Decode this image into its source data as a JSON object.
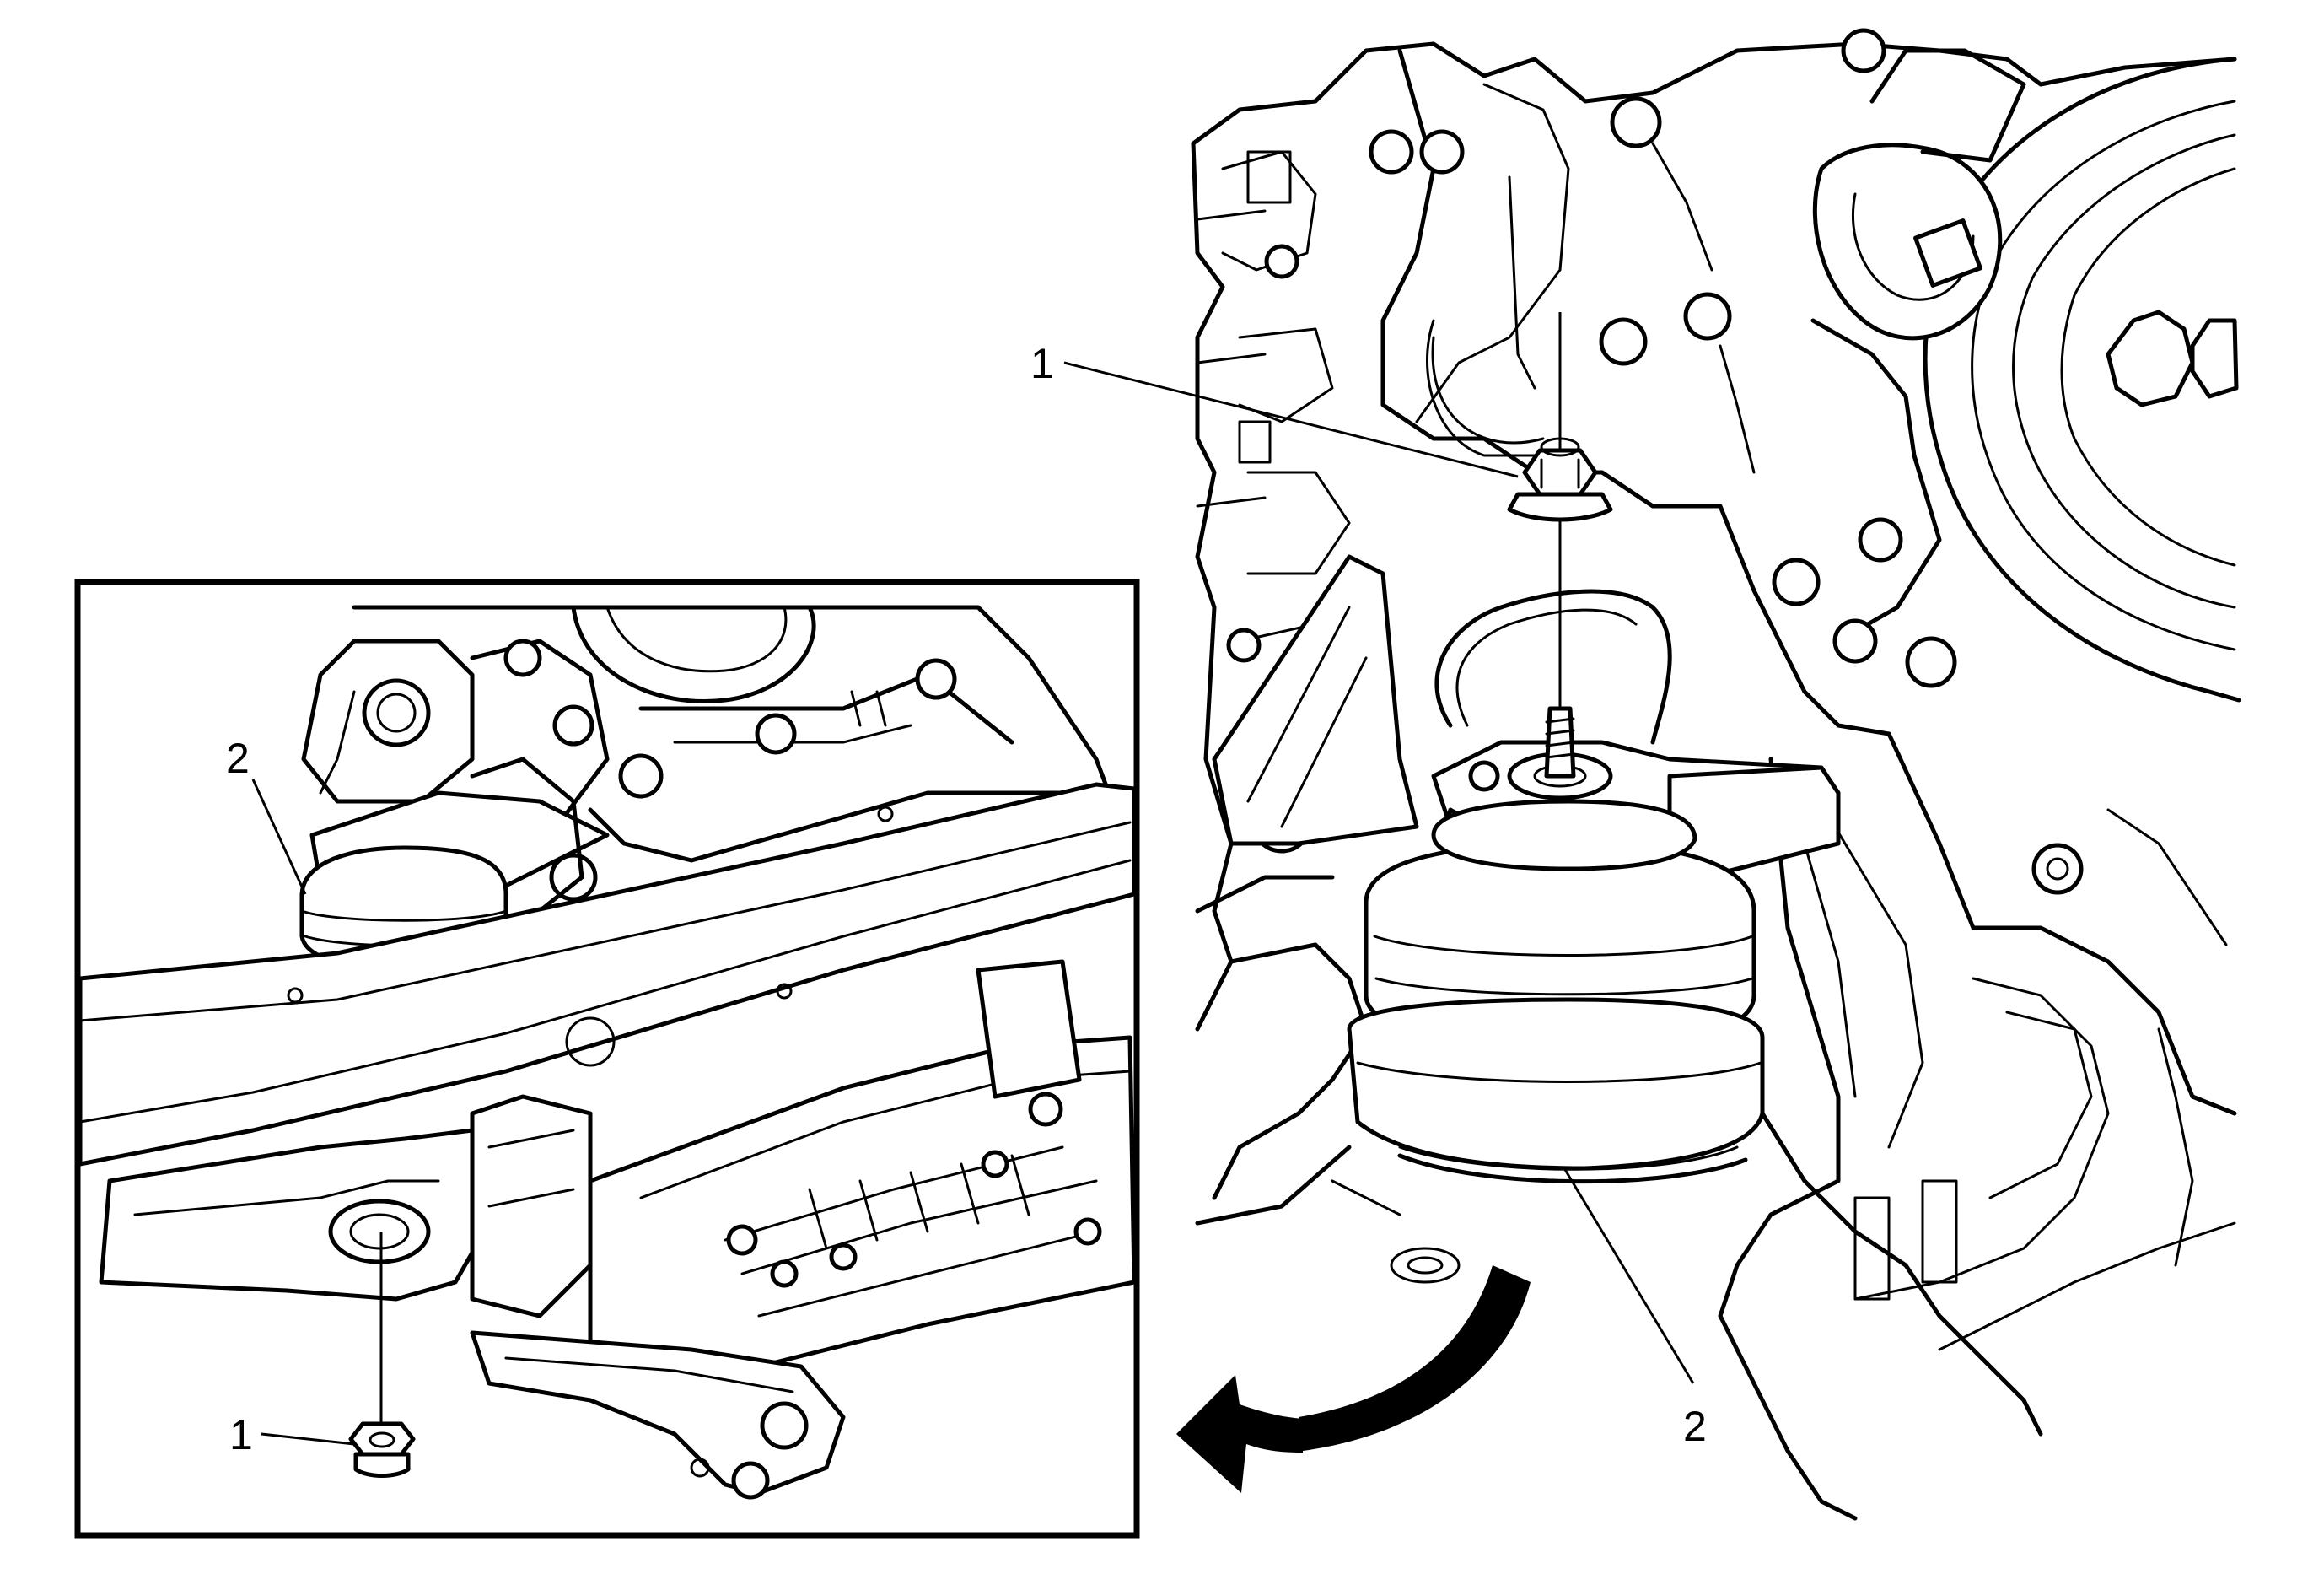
{
  "callouts": {
    "inset_nut": "1",
    "inset_mount": "2",
    "main_nut": "1",
    "main_mount": "2"
  },
  "colors": {
    "line": "#000000",
    "background": "#ffffff"
  }
}
